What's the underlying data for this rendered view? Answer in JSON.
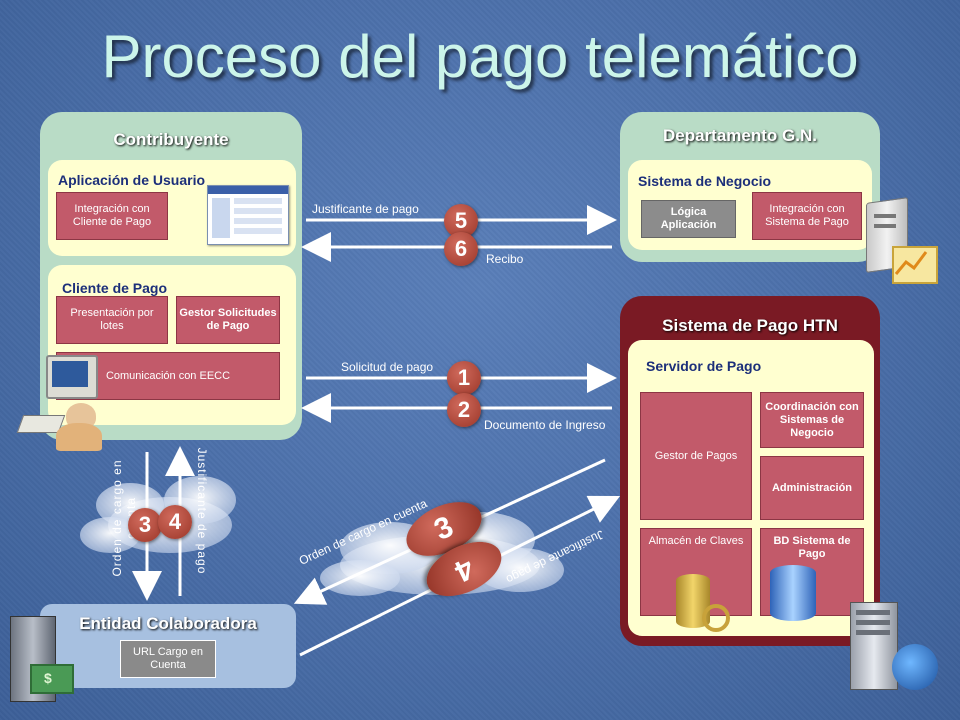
{
  "title": "Proceso del pago telemático",
  "contribuyente": {
    "title": "Contribuyente",
    "app_title": "Aplicación de Usuario",
    "integracion": "Integración con Cliente de Pago",
    "cliente_title": "Cliente de Pago",
    "presentacion": "Presentación por lotes",
    "gestor": "Gestor Solicitudes de Pago",
    "comunicacion": "Comunicación con EECC"
  },
  "departamento": {
    "title": "Departamento G.N.",
    "sistema_title": "Sistema de Negocio",
    "logica": "Lógica Aplicación",
    "integracion": "Integración con Sistema de Pago"
  },
  "htn": {
    "title": "Sistema de Pago HTN",
    "servidor_title": "Servidor de Pago",
    "gestor": "Gestor de Pagos",
    "coordinacion": "Coordinación con Sistemas de Negocio",
    "administracion": "Administración",
    "almacen": "Almacén de Claves",
    "bd": "BD Sistema de Pago"
  },
  "entidad": {
    "title": "Entidad Colaboradora",
    "url": "URL Cargo en Cuenta"
  },
  "labels": {
    "justificante": "Justificante de pago",
    "recibo": "Recibo",
    "solicitud": "Solicitud de pago",
    "documento": "Documento de Ingreso",
    "orden_v": "Orden de cargo en cuenta",
    "justificante_v": "Justificante de pago",
    "orden_diag": "Orden de cargo en cuenta",
    "justificante_diag": "Justificante de pago"
  },
  "steps": {
    "s1": "1",
    "s2": "2",
    "s3": "3",
    "s4": "4",
    "s5": "5",
    "s6": "6",
    "c3": "3",
    "c4": "4"
  }
}
